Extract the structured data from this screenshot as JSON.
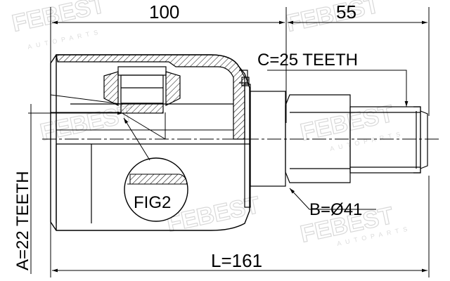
{
  "watermark": {
    "brand": "FEBEST",
    "sub": "AUTOPARTS"
  },
  "dimensions": {
    "body_length": "100",
    "shaft_length": "55",
    "total_length": "L=161",
    "outer_spline": "C=25 TEETH",
    "inner_spline": "A=22 TEETH",
    "seal_diameter": "B=Ø41"
  },
  "detail_label": "FIG2"
}
